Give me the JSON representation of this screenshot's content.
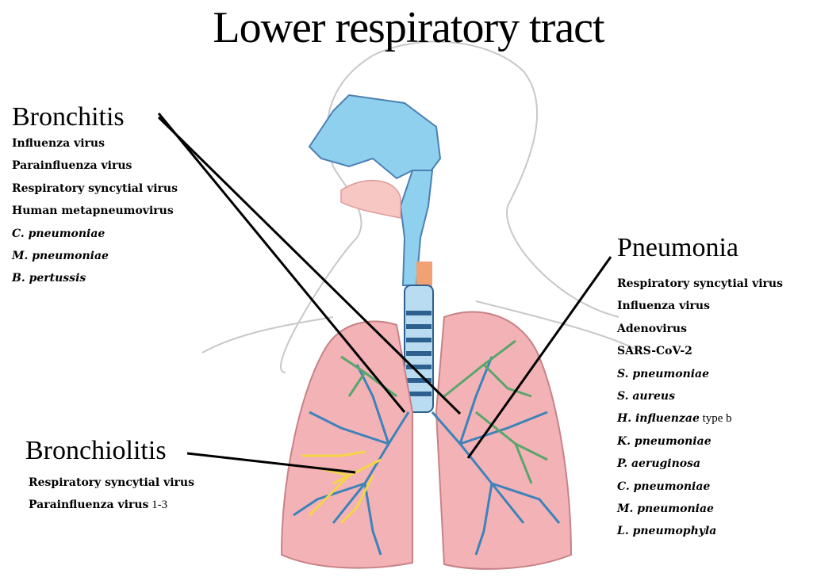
{
  "title": "Lower respiratory tract",
  "sections": {
    "bronchitis": {
      "heading": "Bronchitis",
      "agents": [
        {
          "text": "Influenza virus",
          "italic": false
        },
        {
          "text": "Parainfluenza virus",
          "italic": false
        },
        {
          "text": "Respiratory syncytial virus",
          "italic": false
        },
        {
          "text": "Human metapneumovirus",
          "italic": false
        },
        {
          "text": "C. pneumoniae",
          "italic": true
        },
        {
          "text": "M. pneumoniae",
          "italic": true
        },
        {
          "text": "B. pertussis",
          "italic": true
        }
      ]
    },
    "pneumonia": {
      "heading": "Pneumonia",
      "agents": [
        {
          "text": "Respiratory syncytial virus",
          "italic": false
        },
        {
          "text": "Influenza virus",
          "italic": false
        },
        {
          "text": "Adenovirus",
          "italic": false
        },
        {
          "text": "SARS-CoV-2",
          "italic": false
        },
        {
          "text": "S. pneumoniae",
          "italic": true
        },
        {
          "text": "S. aureus",
          "italic": true
        },
        {
          "text": "H. influenzae",
          "italic": true,
          "suffix": " type b"
        },
        {
          "text": "K. pneumoniae",
          "italic": true
        },
        {
          "text": "P. aeruginosa",
          "italic": true
        },
        {
          "text": "C. pneumoniae",
          "italic": true
        },
        {
          "text": "M. pneumoniae",
          "italic": true
        },
        {
          "text": "L. pneumophyla",
          "italic": true
        }
      ]
    },
    "bronchiolitis": {
      "heading": "Bronchiolitis",
      "agents": [
        {
          "text": "Respiratory syncytial virus",
          "italic": false
        },
        {
          "text": "Parainfluenza virus",
          "italic": false,
          "suffix": " 1-3"
        }
      ]
    }
  },
  "colors": {
    "airway": "#8fd0ee",
    "lung": "#f3b3b6",
    "bronchitis_highlight": "#5aa56a",
    "bronchiolitis_highlight": "#f5d547",
    "bronchi": "#3d82b8"
  }
}
